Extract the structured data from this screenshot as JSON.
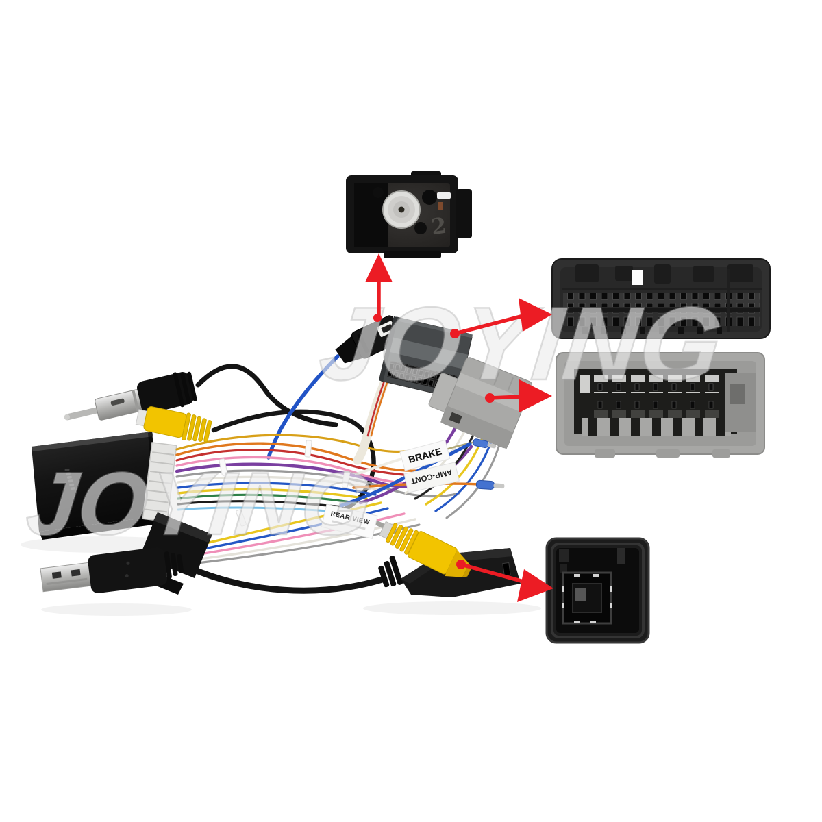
{
  "meta": {
    "type": "product-photo",
    "subject": "car-stereo-wiring-harness-kit"
  },
  "watermark": {
    "text": "JOYING"
  },
  "wire_labels": {
    "brake": "BRAKE",
    "amp_cont": "AMP-CONT",
    "rear_view": "REAR VIEW"
  },
  "antenna_socket": {
    "molded_number": "2"
  },
  "colors": {
    "background": "#ffffff",
    "arrow_red": "#ec1c24",
    "rca_yellow": "#f2c400",
    "plug_dark_gray": "#45484a",
    "plug_light_gray": "#a9a9a7",
    "wire_blue": "#2457c5",
    "wire_orange": "#e0781e",
    "wire_purple": "#7a3fa0",
    "sheath_ivory": "#ece8dc",
    "housing_black": "#161616"
  },
  "parts": [
    "antenna-socket-photo",
    "quadlock-connector-black-photo",
    "quadlock-connector-gray-photo",
    "camera-socket-photo",
    "canbus-decoder-box",
    "antenna-plug",
    "usb-plug",
    "hsd-camera-connector",
    "rca-plug-rear-view",
    "plug-dark-gray",
    "plug-light-gray"
  ]
}
